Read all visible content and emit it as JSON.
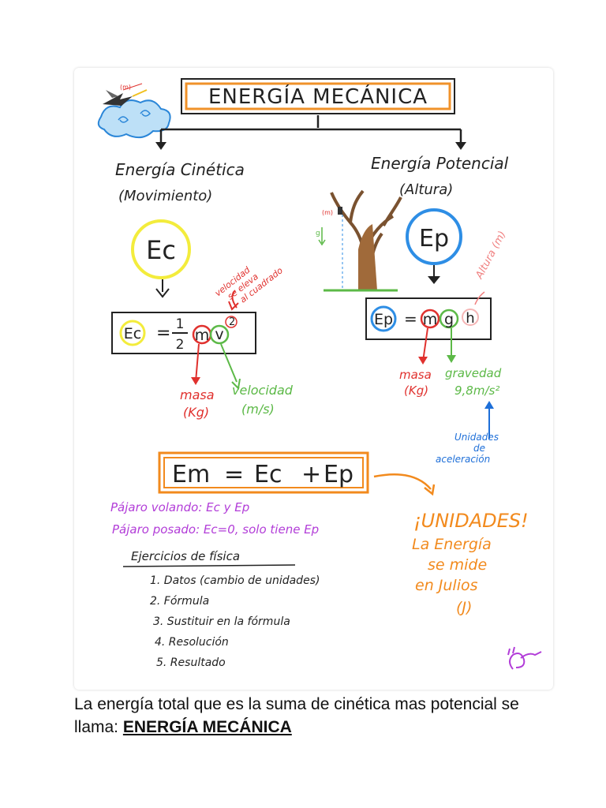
{
  "sheet": {
    "title": "ENERGÍA MECÁNICA",
    "kinetic": {
      "heading": "Energía Cinética",
      "sub": "(Movimiento)",
      "symbol": "Ec",
      "formula_lhs": "Ec",
      "formula_half_num": "1",
      "formula_half_den": "2",
      "formula_m": "m",
      "formula_v": "v",
      "formula_exp": "2",
      "note_velocity_squared": [
        "velocidad",
        "se eleva",
        "al cuadrado"
      ],
      "mass_label": "masa",
      "mass_unit": "(Kg)",
      "velocity_label": "velocidad",
      "velocity_unit": "(m/s)"
    },
    "potential": {
      "heading": "Energía Potencial",
      "sub": "(Altura)",
      "symbol": "Ep",
      "formula_lhs": "Ep",
      "formula_m": "m",
      "formula_g": "g",
      "formula_h": "h",
      "height_note": "Altura (m)",
      "mass_label": "masa",
      "mass_unit": "(Kg)",
      "gravity_label": "gravedad",
      "gravity_value": "9,8m/s²",
      "units_note": [
        "Unidades",
        "de",
        "aceleración"
      ],
      "tree_h_label": "(m)",
      "tree_g_label": "g"
    },
    "bird_label": "(m)",
    "total": {
      "lhs": "Em",
      "eq": "=",
      "ec": "Ec",
      "plus": "+",
      "ep": "Ep"
    },
    "bird_flying": "Pájaro volando: Ec y Ep",
    "bird_resting": "Pájaro posado: Ec=0, solo tiene Ep",
    "exercises": {
      "heading": "Ejercicios de física",
      "items": [
        "1. Datos (cambio de unidades)",
        "2. Fórmula",
        "3. Sustituir en la fórmula",
        "4. Resolución",
        "5. Resultado"
      ]
    },
    "units": {
      "heading": "¡UNIDADES!",
      "lines": [
        "La Energía",
        "se mide",
        "en Julios",
        "(J)"
      ]
    },
    "colors": {
      "title_box": "#f0922a",
      "kinetic_circle": "#f3ec3c",
      "potential_circle": "#2e8ee5",
      "red": "#e0312e",
      "green": "#5cb947",
      "purple": "#b23dd8",
      "orange": "#f28a1d",
      "blue": "#1e6fd8"
    }
  },
  "caption": {
    "text": "La energía total que es la suma de cinética mas potencial se llama:",
    "emphasis": "ENERGÍA MECÁNICA"
  }
}
